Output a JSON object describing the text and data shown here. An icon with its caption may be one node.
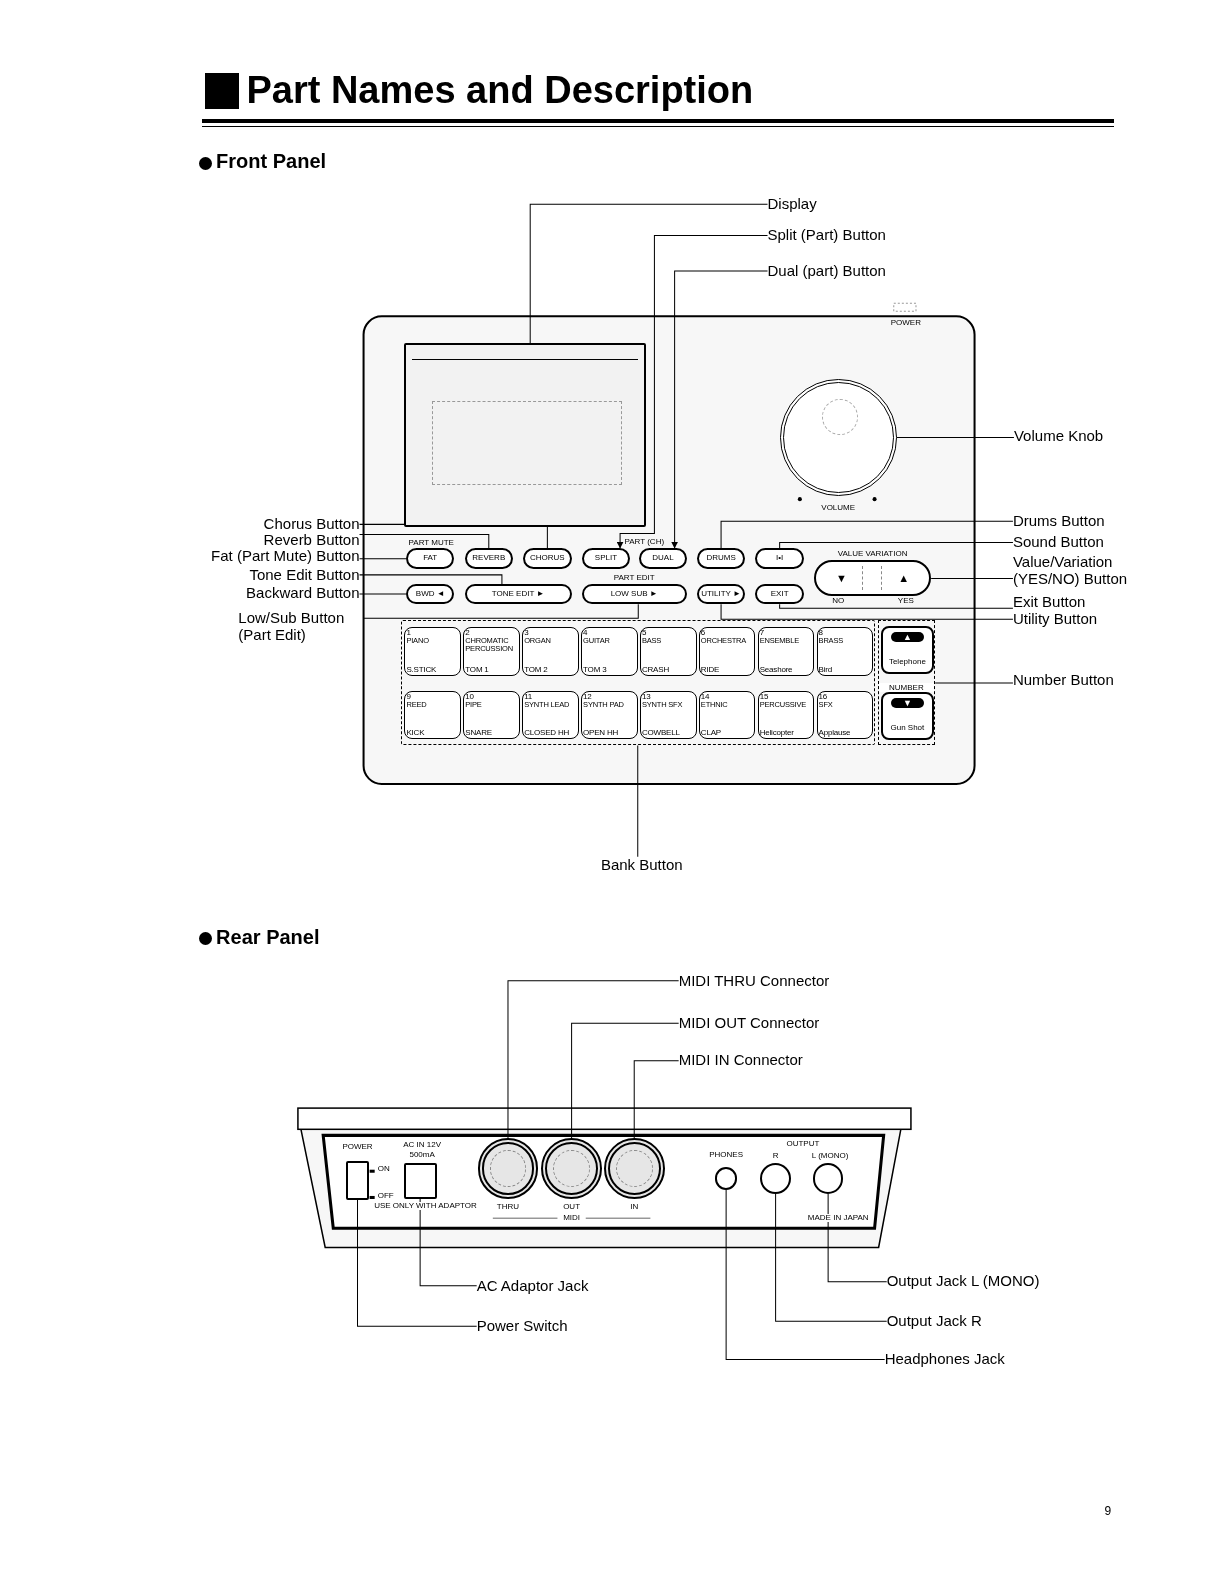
{
  "diagram": {
    "title": "Part Names and Description",
    "nodes": [
      {
        "text": [
          "Display"
        ]
      },
      {
        "text": [
          "Split (Part) Button"
        ]
      },
      {
        "text": [
          "Dual (part) Button"
        ]
      },
      {
        "text": [],
        "shape": "box"
      },
      {
        "text": [],
        "shape": "circle"
      },
      {
        "text": [
          "Volume Knob"
        ]
      },
      {
        "text": [
          "Chorus Button"
        ]
      },
      {
        "text": [
          "Reverb Button"
        ]
      },
      {
        "text": [
          "Fat (Part Mute) Button"
        ]
      },
      {
        "text": [
          "Tone Edit Button"
        ]
      },
      {
        "text": [
          "Backward Button"
        ]
      },
      {
        "text": [
          "FAT"
        ]
      },
      {
        "text": [
          "REVERB"
        ]
      },
      {
        "text": [
          "CHORUS"
        ]
      },
      {
        "text": [
          "SPLIT"
        ]
      },
      {
        "text": [
          "DUAL"
        ]
      },
      {
        "text": [
          "DRUMS"
        ]
      },
      {
        "text": [
          "I•I"
        ]
      },
      {
        "text": [
          "▼",
          "▲"
        ]
      },
      {
        "text": [
          "Drums Button"
        ]
      },
      {
        "text": [
          "Sound Button"
        ]
      },
      {
        "text": [
          "Value/Variation (YES/NO) Button"
        ]
      },
      {
        "text": [
          "BWD ◄"
        ]
      },
      {
        "text": [
          "TONE EDIT ►"
        ]
      },
      {
        "text": [
          "LOW SUB ►"
        ]
      },
      {
        "text": [
          "UTILITY ►"
        ]
      },
      {
        "text": [
          "EXIT"
        ]
      },
      {
        "text": [
          "Exit Button"
        ]
      },
      {
        "text": [
          "Low/Sub Button (Part Edit)"
        ]
      },
      {
        "text": [
          "Utility Button"
        ]
      },
      {
        "text": [],
        "shape": "box"
      },
      {
        "text": [
          "1",
          "PIANO",
          "S.STICK"
        ],
        "in": 30
      },
      {
        "text": [
          "2",
          "CHROMATIC PERCUSSION",
          "TOM 1"
        ],
        "in": 30
      },
      {
        "text": [
          "3",
          "ORGAN",
          "TOM 2"
        ],
        "in": 30
      },
      {
        "text": [
          "4",
          "GUITAR",
          "TOM 3"
        ],
        "in": 30
      },
      {
        "text": [
          "5",
          "BASS",
          "CRASH"
        ],
        "in": 30
      },
      {
        "text": [
          "6",
          "ORCHESTRA",
          "RIDE"
        ],
        "in": 30
      },
      {
        "text": [
          "7",
          "ENSEMBLE",
          "Seashore"
        ],
        "in": 30
      },
      {
        "text": [
          "8",
          "BRASS",
          "Bird"
        ],
        "in": 30
      },
      {
        "text": [
          "9",
          "REED",
          "KICK"
        ],
        "in": 30
      },
      {
        "text": [
          "10",
          "PIPE",
          "SNARE"
        ],
        "in": 30
      },
      {
        "text": [
          "11",
          "SYNTH LEAD",
          "CLOSED HH"
        ],
        "in": 30
      },
      {
        "text": [
          "12",
          "SYNTH PAD",
          "OPEN HH"
        ],
        "in": 30
      },
      {
        "text": [
          "13",
          "SYNTH SFX",
          "COWBELL"
        ],
        "in": 30
      },
      {
        "text": [
          "14",
          "ETHNIC",
          "CLAP"
        ],
        "in": 30
      },
      {
        "text": [
          "15",
          "PERCUSSIVE",
          "Helicopter"
        ],
        "in": 30
      },
      {
        "text": [
          "16",
          "SFX",
          "Applause"
        ],
        "in": 30
      },
      {
        "text": [
          "NUMBER"
        ]
      },
      {
        "text": [
          "▲",
          "Telephone"
        ],
        "in": 47
      },
      {
        "text": [
          "▼",
          "Gun Shot"
        ],
        "in": 47
      },
      {
        "text": [
          "Number Button"
        ]
      },
      {
        "text": [
          "Bank Button"
        ]
      },
      {
        "text": [
          "MIDI THRU Connector"
        ]
      },
      {
        "text": [
          "MIDI OUT Connector"
        ]
      },
      {
        "text": [
          "MIDI IN Connector"
        ]
      },
      {
        "text": [],
        "shape": "box"
      },
      {
        "text": [],
        "shape": "box"
      },
      {
        "text": [],
        "shape": "circle"
      },
      {
        "text": [],
        "shape": "circle"
      },
      {
        "text": [],
        "shape": "circle"
      },
      {
        "text": [],
        "shape": "circle"
      },
      {
        "text": [],
        "shape": "circle"
      },
      {
        "text": [],
        "shape": "circle"
      },
      {
        "text": [
          "AC Adaptor Jack"
        ]
      },
      {
        "text": [
          "Output Jack L (MONO)"
        ]
      },
      {
        "text": [
          "Power Switch"
        ]
      },
      {
        "text": [
          "Output Jack R"
        ]
      },
      {
        "text": [
          "Headphones Jack"
        ]
      }
    ],
    "edges": [
      {
        "from": 0,
        "to": 3,
        "arrow": "none"
      },
      {
        "from": 1,
        "to": 14,
        "arrow": "to"
      },
      {
        "from": 2,
        "to": 15,
        "arrow": "to"
      },
      {
        "from": 5,
        "to": 4,
        "arrow": "none"
      },
      {
        "from": 6,
        "to": 13,
        "arrow": "none"
      },
      {
        "from": 7,
        "to": 12,
        "arrow": "none"
      },
      {
        "from": 8,
        "to": 11,
        "arrow": "none"
      },
      {
        "from": 9,
        "to": 23,
        "arrow": "none"
      },
      {
        "from": 10,
        "to": 22,
        "arrow": "none"
      },
      {
        "from": 28,
        "to": 24,
        "arrow": "none"
      },
      {
        "from": 19,
        "to": 16,
        "arrow": "none"
      },
      {
        "from": 20,
        "to": 17,
        "arrow": "none"
      },
      {
        "from": 21,
        "to": 18,
        "arrow": "none"
      },
      {
        "from": 27,
        "to": 26,
        "arrow": "none"
      },
      {
        "from": 29,
        "to": 25,
        "arrow": "none"
      },
      {
        "from": 50,
        "to": 47,
        "arrow": "none"
      },
      {
        "from": 51,
        "to": 30,
        "arrow": "none"
      },
      {
        "from": 52,
        "to": 57,
        "arrow": "none"
      },
      {
        "from": 53,
        "to": 58,
        "arrow": "none"
      },
      {
        "from": 54,
        "to": 59,
        "arrow": "none"
      },
      {
        "from": 63,
        "to": 56,
        "arrow": "none"
      },
      {
        "from": 65,
        "to": 55,
        "arrow": "none"
      },
      {
        "from": 64,
        "to": 62,
        "arrow": "none"
      },
      {
        "from": 66,
        "to": 61,
        "arrow": "none"
      },
      {
        "from": 67,
        "to": 60,
        "arrow": "none"
      }
    ],
    "labels": [
      "Front Panel",
      "POWER",
      "VOLUME",
      "PART MUTE",
      "PART (CH)",
      "PART EDIT",
      "VALUE VARIATION",
      "NO",
      "YES",
      "Rear Panel",
      "POWER",
      "ON",
      "OFF",
      "AC IN 12V",
      "500mA",
      "USE ONLY WITH ADAPTOR",
      "THRU",
      "OUT",
      "IN",
      "MIDI",
      "PHONES",
      "OUTPUT",
      "R",
      "L (MONO)",
      "MADE IN JAPAN",
      "9"
    ]
  }
}
